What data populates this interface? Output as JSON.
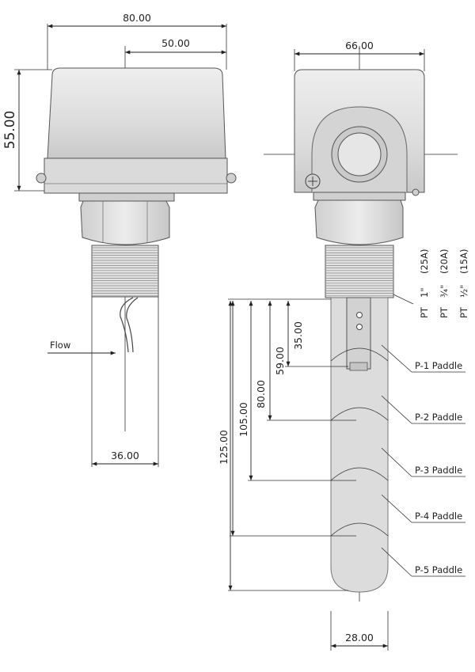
{
  "dimensions": {
    "width_total": "80.00",
    "width_center": "50.00",
    "height_head": "55.00",
    "width_side": "66.00",
    "pipe_width": "36.00",
    "paddle_width": "28.00",
    "len_p1": "35.00",
    "len_p2": "59.00",
    "len_p3": "80.00",
    "len_p4": "105.00",
    "len_p5": "125.00"
  },
  "labels": {
    "flow": "Flow",
    "paddles": [
      "P-1 Paddle",
      "P-2 Paddle",
      "P-3 Paddle",
      "P-4 Paddle",
      "P-5 Paddle"
    ]
  },
  "thread_specs": [
    {
      "type": "PT",
      "size": "1\"",
      "rating": "(25A)"
    },
    {
      "type": "PT",
      "size": "¾\"",
      "rating": "(20A)"
    },
    {
      "type": "PT",
      "size": "½\"",
      "rating": "(15A)"
    }
  ]
}
